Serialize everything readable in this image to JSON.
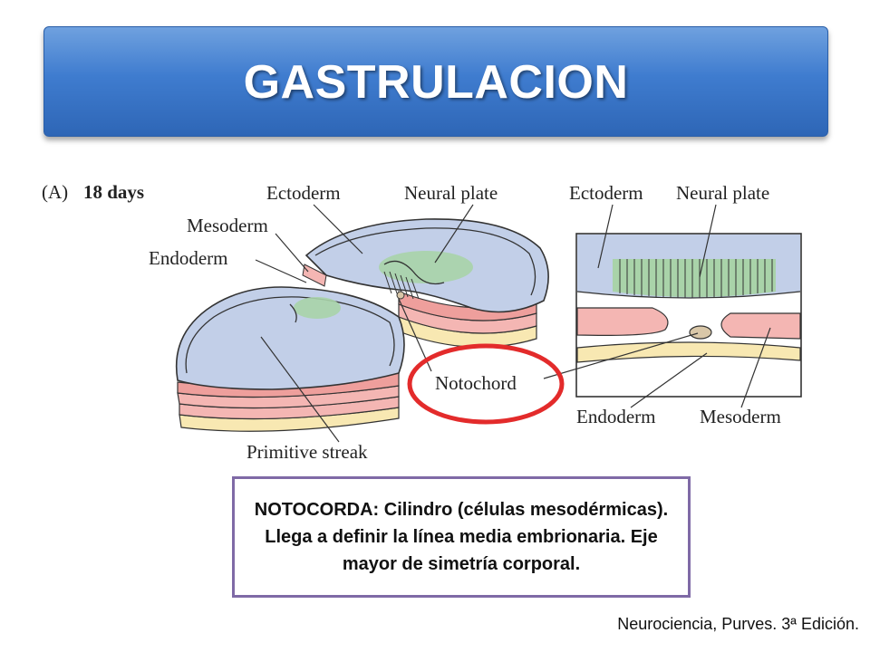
{
  "slide": {
    "title": "GASTRULACION",
    "info_text": "NOTOCORDA: Cilindro (células mesodérmicas). Llega a definir la línea media embrionaria. Eje mayor de simetría corporal.",
    "citation": "Neurociencia, Purves. 3ª Edición."
  },
  "figure": {
    "panel_label": "(A)",
    "days_label": "18 days",
    "labels": {
      "ectoderm": "Ectoderm",
      "neural_plate": "Neural plate",
      "mesoderm": "Mesoderm",
      "endoderm": "Endoderm",
      "notochord": "Notochord",
      "primitive_streak": "Primitive streak"
    },
    "colors": {
      "ectoderm_blue": "#c2cfe8",
      "neural_green": "#a9d3a9",
      "mesoderm_pink": "#f4b6b3",
      "endoderm_yellow": "#f8e8b2",
      "highlight_red": "#e32b2b",
      "box_border": "#7f6aa6"
    }
  }
}
